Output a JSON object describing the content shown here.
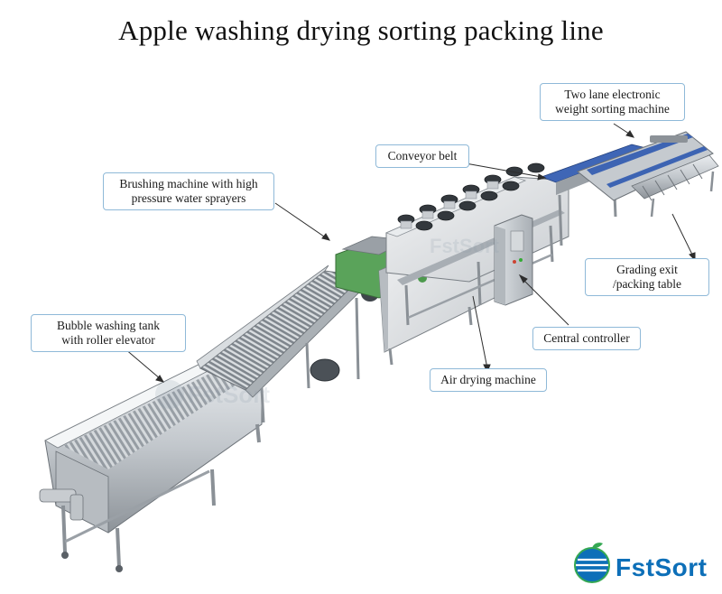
{
  "title": "Apple washing drying sorting packing line",
  "labels": {
    "two_lane": [
      "Two lane electronic",
      "weight sorting machine"
    ],
    "conveyor": [
      "Conveyor belt"
    ],
    "brushing": [
      "Brushing machine with high",
      "pressure water sprayers"
    ],
    "grading": [
      "Grading  exit",
      "/packing table"
    ],
    "bubble": [
      "Bubble washing tank",
      "with roller elevator"
    ],
    "central": [
      "Central controller"
    ],
    "air_drying": [
      "Air drying machine"
    ]
  },
  "brand": {
    "name": "FstSort",
    "watermark": "FstSort",
    "color": "#0d6fb8",
    "leaf_color": "#35a853"
  }
}
